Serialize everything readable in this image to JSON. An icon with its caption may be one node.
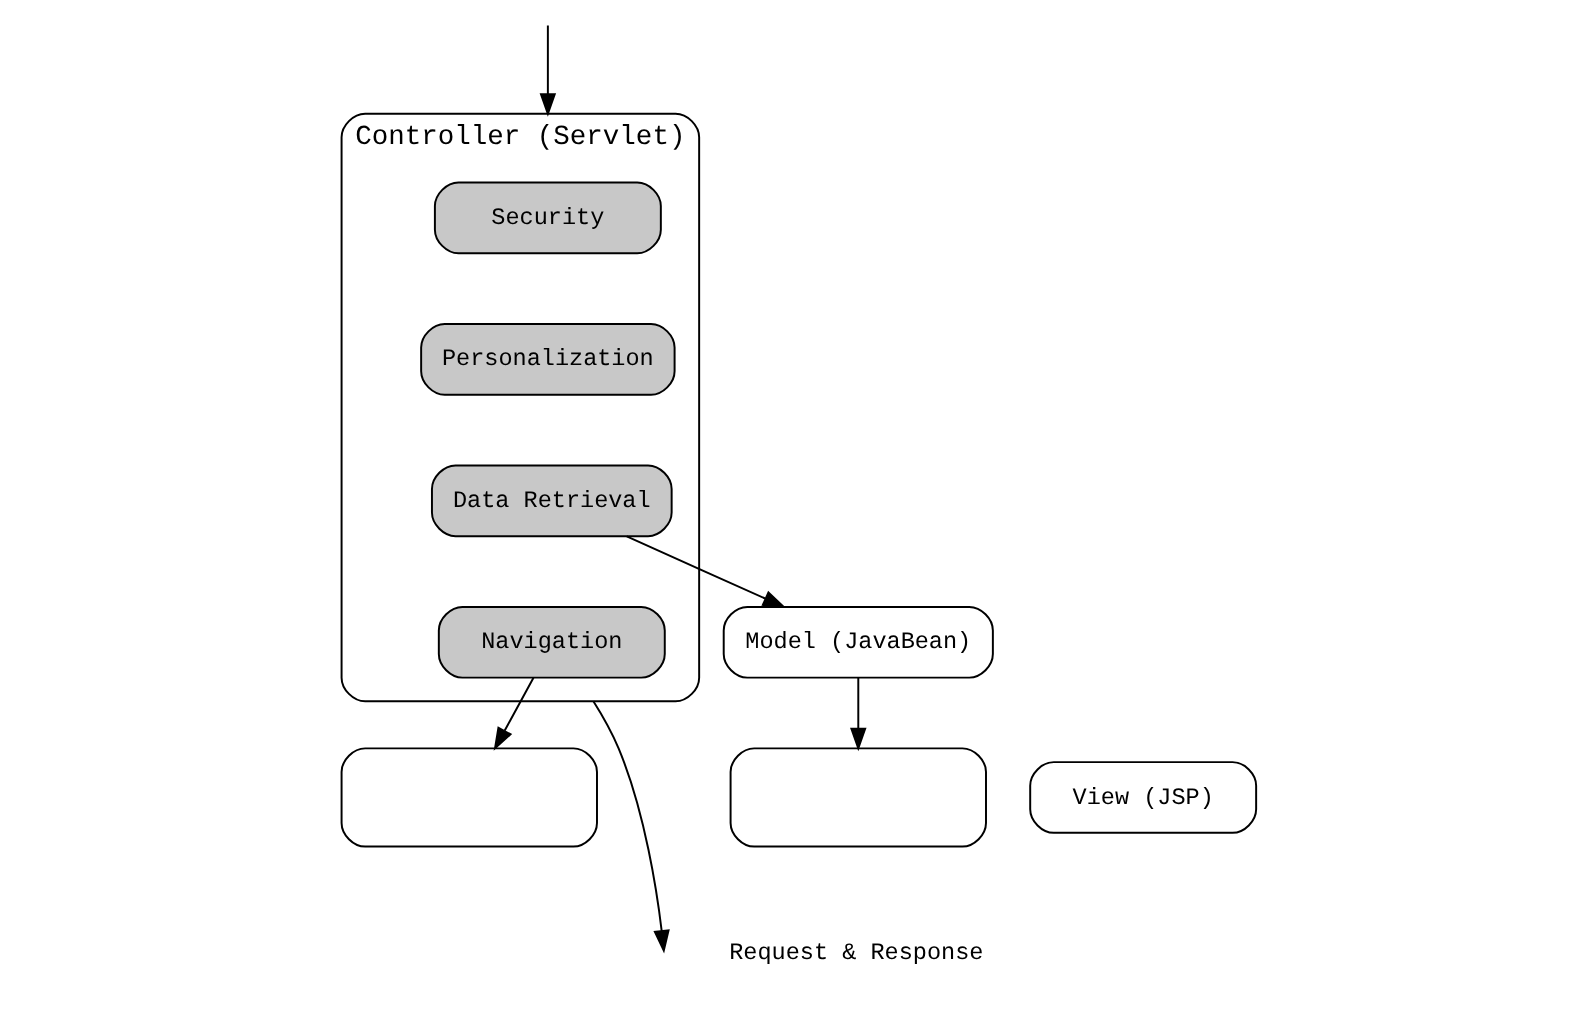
{
  "diagram": {
    "nodes": [
      {
        "text": [
          "Controller (Servlet)"
        ]
      },
      {
        "text": [
          "Security"
        ],
        "in": 0
      },
      {
        "text": [
          "Personalization"
        ],
        "in": 0
      },
      {
        "text": [
          "Data Retrieval"
        ],
        "in": 0
      },
      {
        "text": [
          "Navigation"
        ],
        "in": 0
      },
      {
        "text": [
          "Model (JavaBean)"
        ]
      },
      {
        "text": [],
        "shape": "box"
      },
      {
        "text": [],
        "shape": "box"
      },
      {
        "text": [
          "View (JSP)"
        ]
      }
    ],
    "edges": [
      {
        "from": 0,
        "to": null,
        "arrow": "to"
      },
      {
        "from": null,
        "to": 0,
        "arrow": "to"
      },
      {
        "from": 3,
        "to": 5,
        "arrow": "to"
      },
      {
        "from": 4,
        "to": 6,
        "arrow": "to"
      },
      {
        "from": 5,
        "to": 7,
        "arrow": "to"
      }
    ],
    "labels": [
      "Request & Response"
    ]
  }
}
